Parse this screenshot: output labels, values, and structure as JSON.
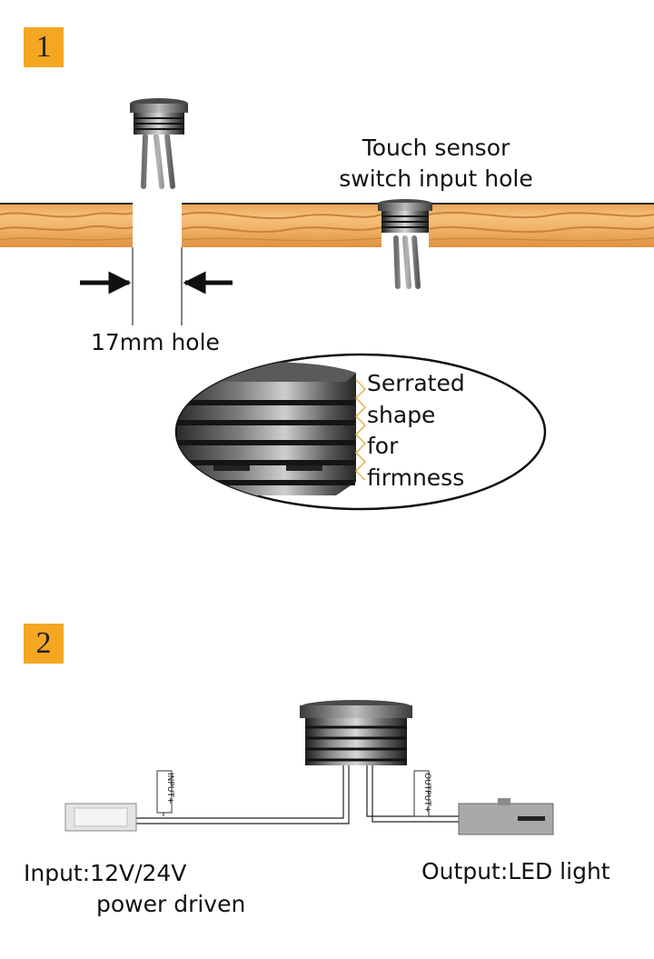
{
  "step1": {
    "badge": "1",
    "label_hole": "17mm hole",
    "label_sensor": [
      "Touch sensor",
      "switch input hole"
    ],
    "label_serrated": [
      "Serrated",
      "shape",
      "for",
      "firmness"
    ]
  },
  "step2": {
    "badge": "2",
    "input_tag": "INPUT+",
    "output_tag": "OUTPUT+",
    "label_input": [
      "Input:12V/24V",
      "power driven"
    ],
    "label_output": "Output:LED light"
  },
  "colors": {
    "badge": "#f5a623",
    "wood_light": "#f2b469",
    "wood_dark": "#d98d3e",
    "metal_dark": "#2a2a2a",
    "metal_light": "#9a9a9a"
  }
}
